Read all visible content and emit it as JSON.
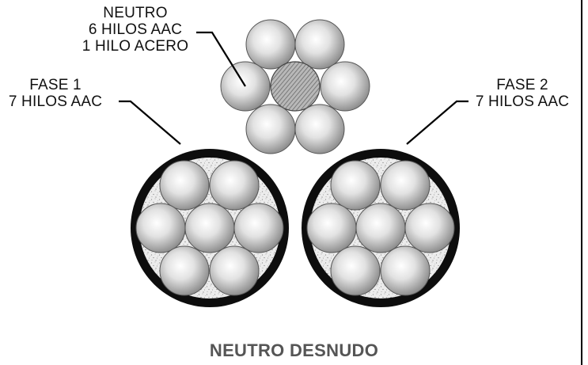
{
  "labels": {
    "neutro": {
      "line1": "NEUTRO",
      "line2": "6 HILOS AAC",
      "line3": "1 HILO ACERO"
    },
    "fase1": {
      "line1": "FASE 1",
      "line2": "7 HILOS AAC"
    },
    "fase2": {
      "line1": "FASE 2",
      "line2": "7 HILOS AAC"
    }
  },
  "caption": "NEUTRO DESNUDO",
  "colors": {
    "insulation": "#0d0d0d",
    "filler": "#e6e6e6",
    "strand_light": "#ffffff",
    "strand_dark": "#8c8c8c",
    "steel_core": "#9a9a9a",
    "leader_line": "#000000",
    "caption": "#555555",
    "page_border": "#000000"
  }
}
